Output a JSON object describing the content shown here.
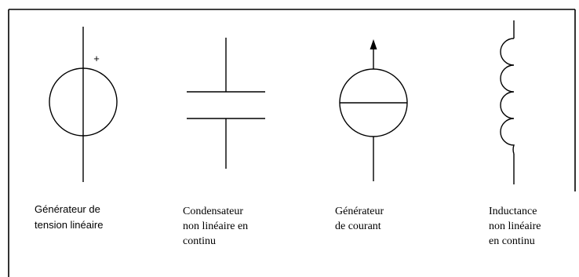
{
  "symbols": [
    {
      "id": "voltage-source",
      "caption_lines": [
        "Générateur de",
        "tension linéaire"
      ],
      "polarity_mark": "+"
    },
    {
      "id": "capacitor",
      "caption_lines": [
        "Condensateur",
        "non linéaire en",
        "continu"
      ]
    },
    {
      "id": "current-source",
      "caption_lines": [
        "Générateur",
        "de courant"
      ]
    },
    {
      "id": "inductor",
      "caption_lines": [
        "Inductance",
        "non linéaire",
        "en continu"
      ]
    }
  ],
  "colors": {
    "stroke": "#000000",
    "background": "#ffffff"
  }
}
